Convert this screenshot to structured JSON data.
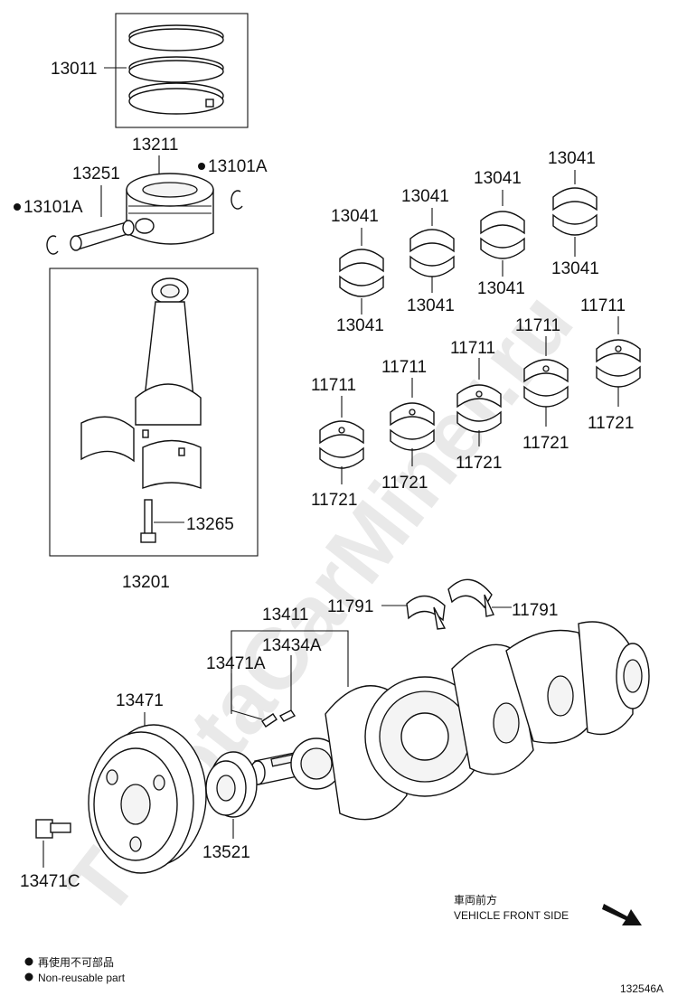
{
  "watermark": "ToyotaCarMiner.ru",
  "part_labels": {
    "p13011": "13011",
    "p13211": "13211",
    "p13251": "13251",
    "p13101A_right": "13101A",
    "p13101A_left": "13101A",
    "p13201": "13201",
    "p13265": "13265",
    "p13041": [
      "13041",
      "13041",
      "13041",
      "13041",
      "13041",
      "13041",
      "13041",
      "13041"
    ],
    "p11711": [
      "11711",
      "11711",
      "11711",
      "11711",
      "11711"
    ],
    "p11721": [
      "11721",
      "11721",
      "11721",
      "11721",
      "11721"
    ],
    "p11791": [
      "11791",
      "11791"
    ],
    "p13411": "13411",
    "p13434A": "13434A",
    "p13471A": "13471A",
    "p13471": "13471",
    "p13521": "13521",
    "p13471C": "13471C"
  },
  "direction": {
    "japanese": "車両前方",
    "english": "VEHICLE FRONT SIDE"
  },
  "legend": {
    "japanese": "再使用不可部品",
    "english": "Non-reusable part"
  },
  "figure_id": "132546A"
}
